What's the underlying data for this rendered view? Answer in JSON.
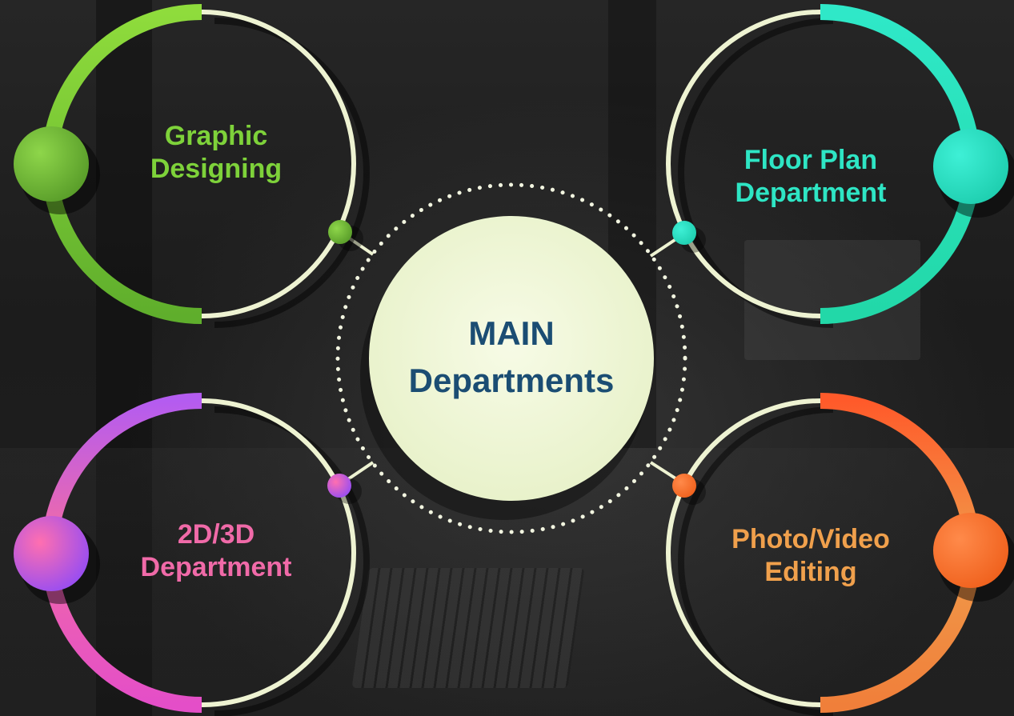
{
  "center": {
    "line1": "MAIN",
    "line2": "Departments"
  },
  "departments": [
    {
      "line1": "Graphic",
      "line2": "Designing",
      "color": "#7ed23a"
    },
    {
      "line1": "Floor Plan",
      "line2": "Department",
      "color": "#2ee5c4"
    },
    {
      "line1": "2D/3D",
      "line2": "Department",
      "color": "#f06aa8"
    },
    {
      "line1": "Photo/Video",
      "line2": "Editing",
      "color": "#f0a04c"
    }
  ],
  "colors": {
    "center_fill": "#eef7d8",
    "center_text": "#1b4d73",
    "ring": "#eef3d2",
    "background": "#1e1e1e"
  }
}
